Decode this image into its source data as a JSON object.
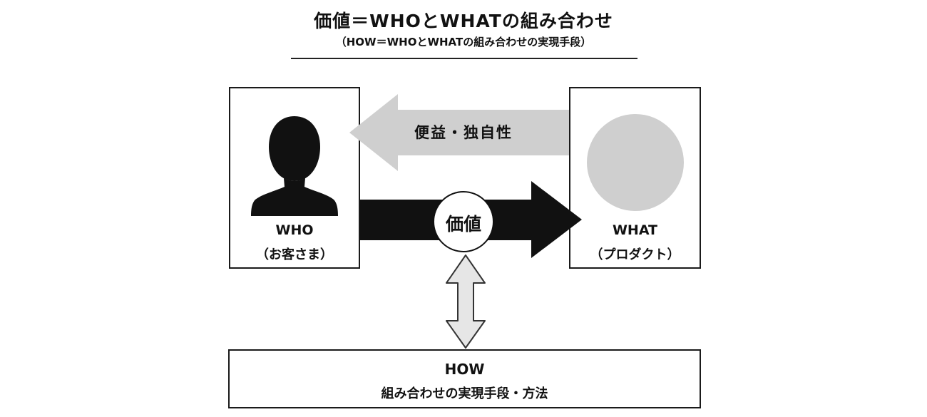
{
  "header": {
    "title": "価値＝WHOとWHATの組み合わせ",
    "subtitle": "（HOW＝WHOとWHATの組み合わせの実現手段）"
  },
  "who": {
    "label": "WHO",
    "sublabel": "（お客さま）",
    "icon": "person-silhouette-icon"
  },
  "what": {
    "label": "WHAT",
    "sublabel": "（プロダクト）",
    "icon": "gray-circle-icon"
  },
  "arrows": {
    "benefit_label": "便益・独自性",
    "value_label": "価値"
  },
  "how": {
    "label": "HOW",
    "sublabel": "組み合わせの実現手段・方法"
  },
  "colors": {
    "dark": "#111111",
    "light_gray": "#cfcfcf",
    "mid_gray": "#e6e6e6",
    "white": "#ffffff"
  }
}
